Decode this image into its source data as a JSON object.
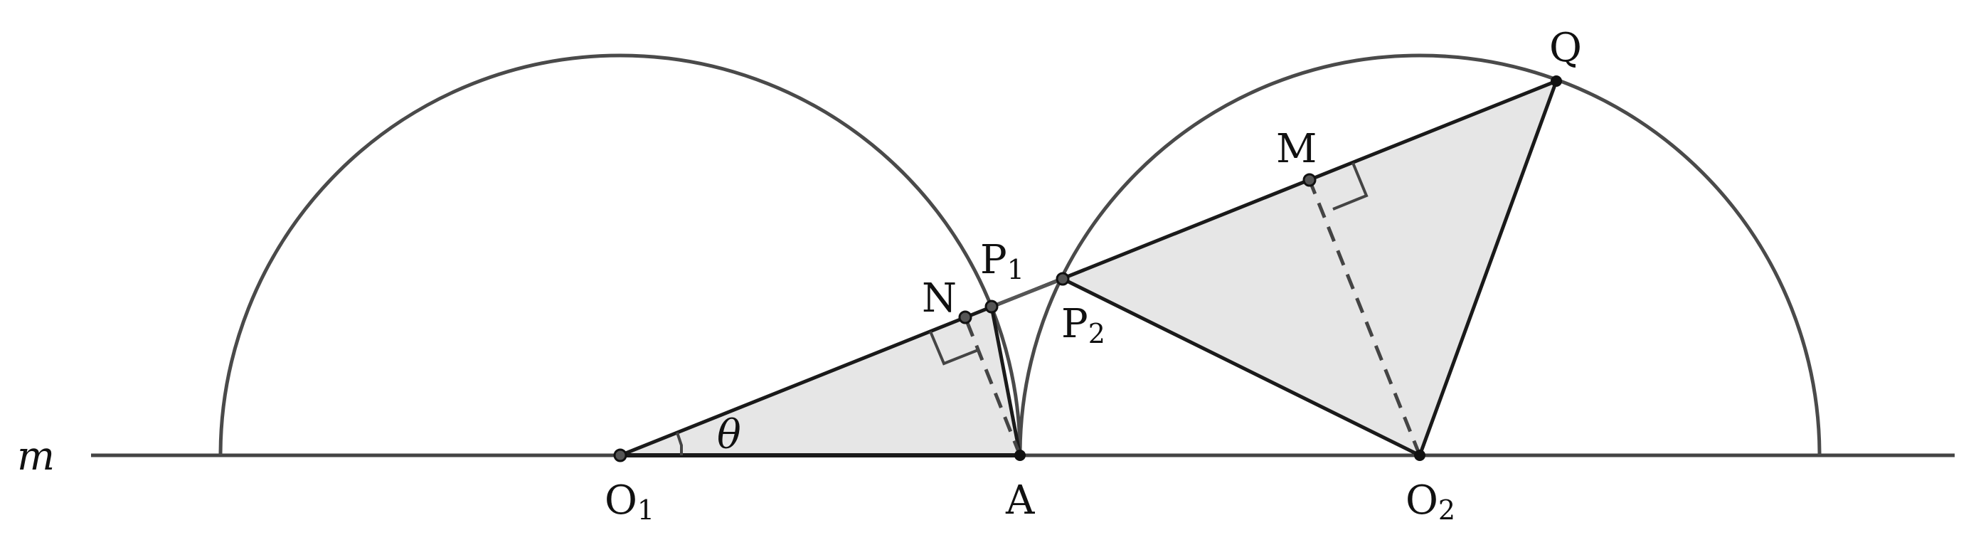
{
  "figure": {
    "line_label": "m",
    "angle_label": "θ",
    "points": {
      "O1": {
        "label": "O",
        "sub": "1"
      },
      "A": {
        "label": "A",
        "sub": ""
      },
      "O2": {
        "label": "O",
        "sub": "2"
      },
      "Q": {
        "label": "Q",
        "sub": ""
      },
      "M": {
        "label": "M",
        "sub": ""
      },
      "N": {
        "label": "N",
        "sub": ""
      },
      "P1": {
        "label": "P",
        "sub": "1"
      },
      "P2": {
        "label": "P",
        "sub": "2"
      }
    },
    "colors": {
      "stroke": "#1a1a1a",
      "arc": "#4a4a4a",
      "fill": "#e6e6e6",
      "dashed": "#444444"
    }
  }
}
